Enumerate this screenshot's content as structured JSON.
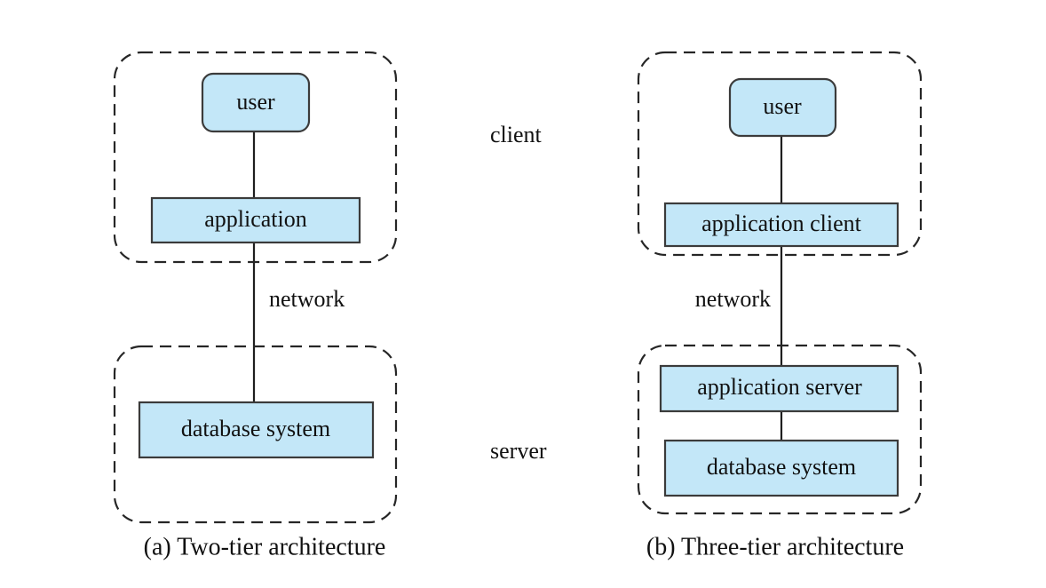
{
  "figure": {
    "background_color": "#ffffff",
    "box_fill_color": "#c3e7f8",
    "box_stroke_color": "#3b3b3b",
    "container_stroke_color": "#262626",
    "text_color": "#111111"
  },
  "diagram_a": {
    "caption": "(a) Two-tier architecture",
    "client_tier": {
      "nodes": {
        "user": "user",
        "application": "application"
      }
    },
    "server_tier": {
      "nodes": {
        "database_system": "database system"
      }
    },
    "network_label": "network"
  },
  "diagram_b": {
    "caption": "(b) Three-tier architecture",
    "client_tier": {
      "nodes": {
        "user": "user",
        "application_client": "application client"
      }
    },
    "server_tier": {
      "nodes": {
        "application_server": "application server",
        "database_system": "database system"
      }
    },
    "network_label": "network"
  },
  "tier_annotations": {
    "client": "client",
    "server": "server"
  }
}
